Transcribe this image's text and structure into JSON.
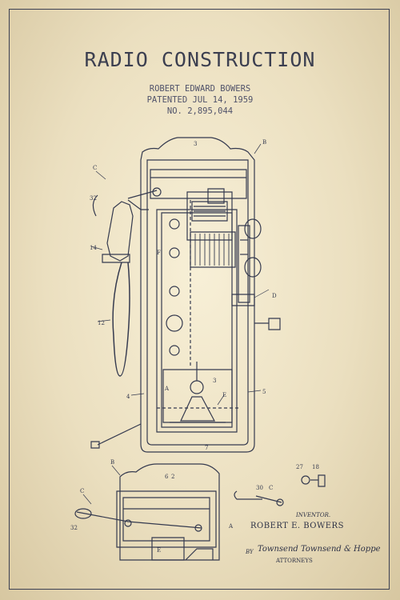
{
  "document": {
    "title": "RADIO CONSTRUCTION",
    "inventor_line": "ROBERT EDWARD BOWERS",
    "patent_date_line": "PATENTED JUL 14, 1959",
    "patent_number_line": "NO. 2,895,044"
  },
  "signature_block": {
    "inventor_label": "INVENTOR.",
    "inventor_name": "ROBERT E. BOWERS",
    "by_label": "BY",
    "attorney_signature": "Townsend Townsend & Hoppe",
    "attorneys_label": "ATTORNEYS"
  },
  "colors": {
    "paper": "#ece1c3",
    "ink": "#3b3f52"
  }
}
